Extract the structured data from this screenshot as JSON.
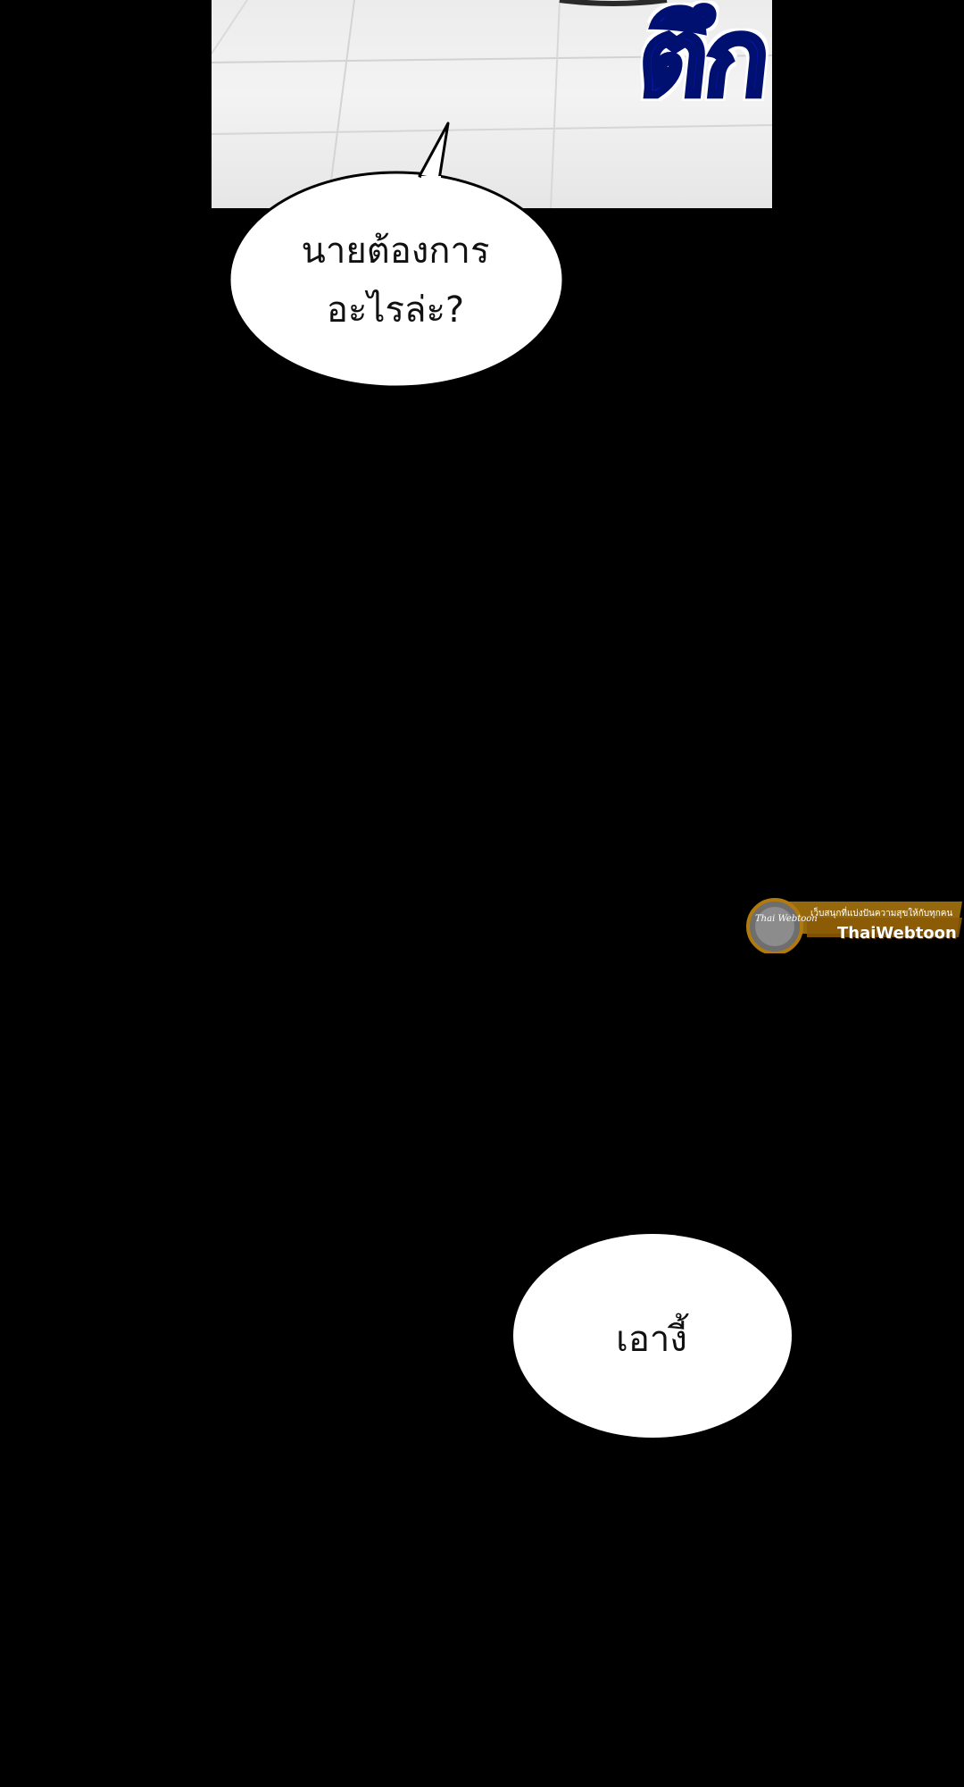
{
  "panel": {
    "sfx_text": "ตึก",
    "sfx_color": "#0a14a8"
  },
  "bubbles": [
    {
      "text": "นายต้องการ\nอะไรล่ะ?"
    },
    {
      "text": "เอางี้"
    }
  ],
  "watermark": {
    "tagline": "เว็บสนุกที่แบ่งปันความสุขให้กับทุกคน",
    "brand": "ThaiWebtoon",
    "logo_text": "Thai Webtoon",
    "accent_color": "#b07a10"
  }
}
